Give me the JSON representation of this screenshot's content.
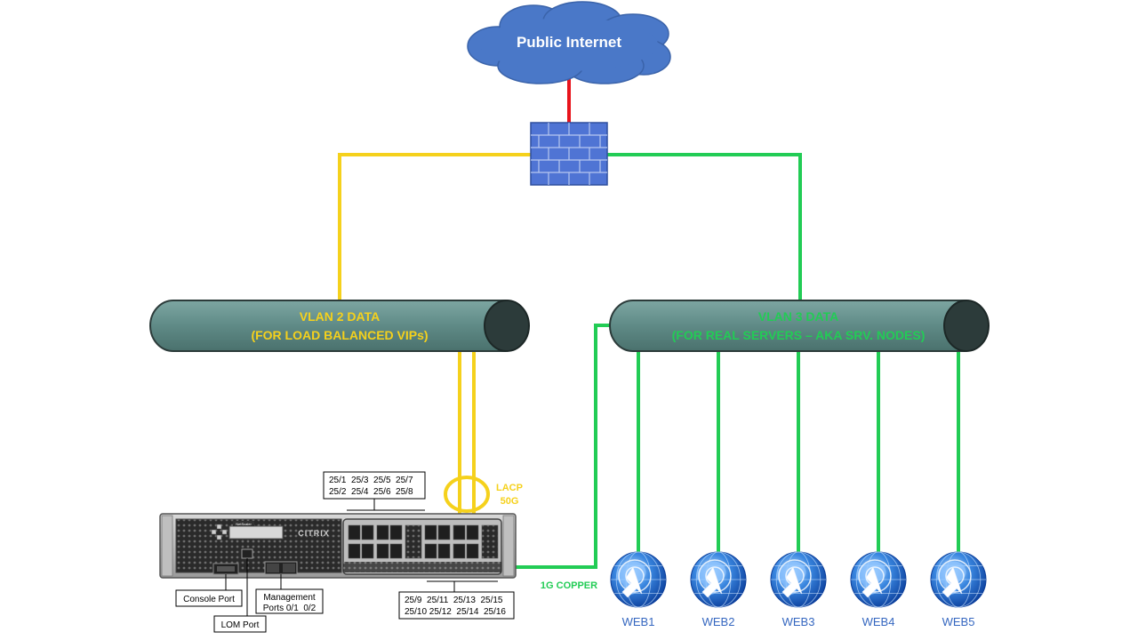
{
  "cloud": {
    "label": "Public Internet"
  },
  "vlan2": {
    "line1": "VLAN 2 DATA",
    "line2": "(FOR LOAD BALANCED VIPs)"
  },
  "vlan3": {
    "line1": "VLAN 3 DATA",
    "line2": "(FOR REAL SERVERS – AKA SRV. NODES)"
  },
  "lacp": {
    "line1": "LACP",
    "line2": "50G"
  },
  "copper": {
    "label": "1G COPPER"
  },
  "ports_top": {
    "row1": "25/1  25/3  25/5  25/7",
    "row2": "25/2  25/4  25/6  25/8"
  },
  "ports_bottom": {
    "row1": "25/9  25/11  25/13  25/15",
    "row2": "25/10 25/12  25/14  25/16"
  },
  "callouts": {
    "console": "Console Port",
    "lom": "LOM Port",
    "mgmt_line1": "Management",
    "mgmt_line2": "Ports 0/1  0/2"
  },
  "appliance": {
    "brand": "CITRIX",
    "model_badge": "NetScaler"
  },
  "servers": [
    "WEB1",
    "WEB2",
    "WEB3",
    "WEB4",
    "WEB5"
  ],
  "colors": {
    "cloud": "#4a78c8",
    "red_link": "#e8141c",
    "yellow_link": "#f5d11c",
    "green_link": "#22cc55",
    "pipe_body": "#5f8a86",
    "pipe_end": "#2c3b3a",
    "vlan2_text": "#f5d11c",
    "vlan3_text": "#22cc55",
    "firewall": "#4f74d4",
    "server_label": "#3567c0"
  }
}
